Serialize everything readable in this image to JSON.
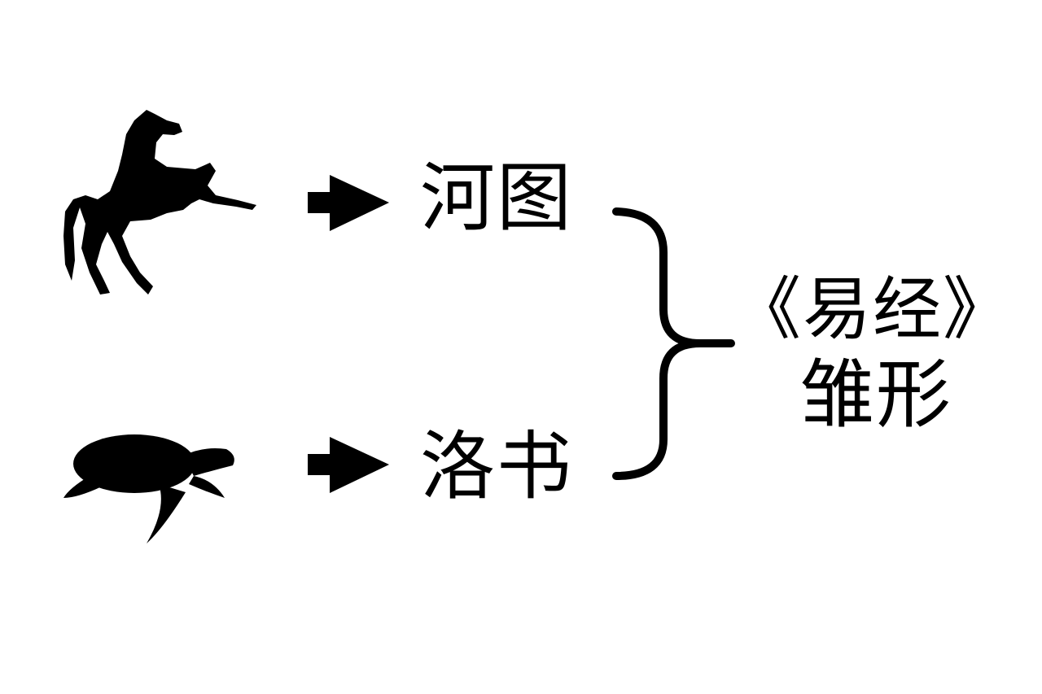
{
  "diagram": {
    "top_label": "河图",
    "bottom_label": "洛书",
    "result_title": "《易经》",
    "result_subtitle": "雏形",
    "icons": {
      "top_source": "horse-icon",
      "bottom_source": "turtle-icon"
    },
    "colors": {
      "ink": "#000000",
      "background": "#ffffff"
    }
  }
}
